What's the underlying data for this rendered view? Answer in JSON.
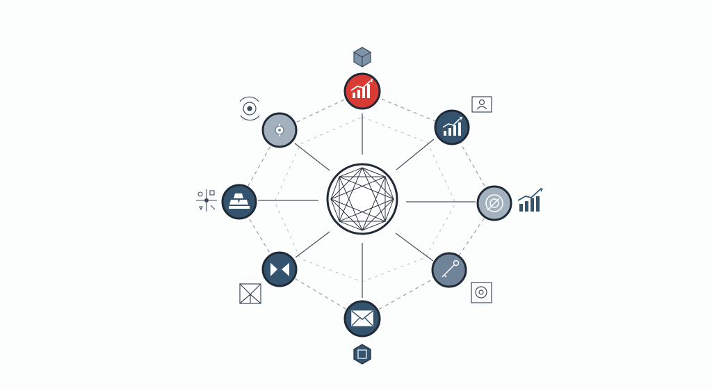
{
  "diagram": {
    "type": "network-hub",
    "hub_icon": "geometric-star-icon",
    "colors": {
      "background": "#fcfdfd",
      "outline": "#1f2a36",
      "navy": "#34536f",
      "slate": "#6f8499",
      "light_slate": "#a3b1bf",
      "accent_red": "#d83a34",
      "spoke": "#4b5560",
      "dashed": "#9aa4ad"
    },
    "nodes": [
      {
        "id": "top",
        "icon": "bar-chart-up-icon",
        "fill": "accent_red",
        "satellite": "cube-icon"
      },
      {
        "id": "upper-right",
        "icon": "bar-chart-up-icon",
        "fill": "navy",
        "satellite": "profile-card-icon"
      },
      {
        "id": "right",
        "icon": "target-icon",
        "fill": "light_slate",
        "satellite": "small-bar-chart-icon"
      },
      {
        "id": "lower-right",
        "icon": "key-icon",
        "fill": "slate",
        "satellite": "at-sign-icon"
      },
      {
        "id": "bottom",
        "icon": "envelope-icon",
        "fill": "navy",
        "satellite": "hexagon-icon"
      },
      {
        "id": "lower-left",
        "icon": "envelope-icon",
        "fill": "navy",
        "satellite": "wireframe-box-icon"
      },
      {
        "id": "left",
        "icon": "gold-bars-icon",
        "fill": "navy",
        "satellite": "crosshair-tools-icon"
      },
      {
        "id": "upper-left",
        "icon": "settings-icon",
        "fill": "light_slate",
        "satellite": "refresh-circle-icon"
      }
    ]
  }
}
